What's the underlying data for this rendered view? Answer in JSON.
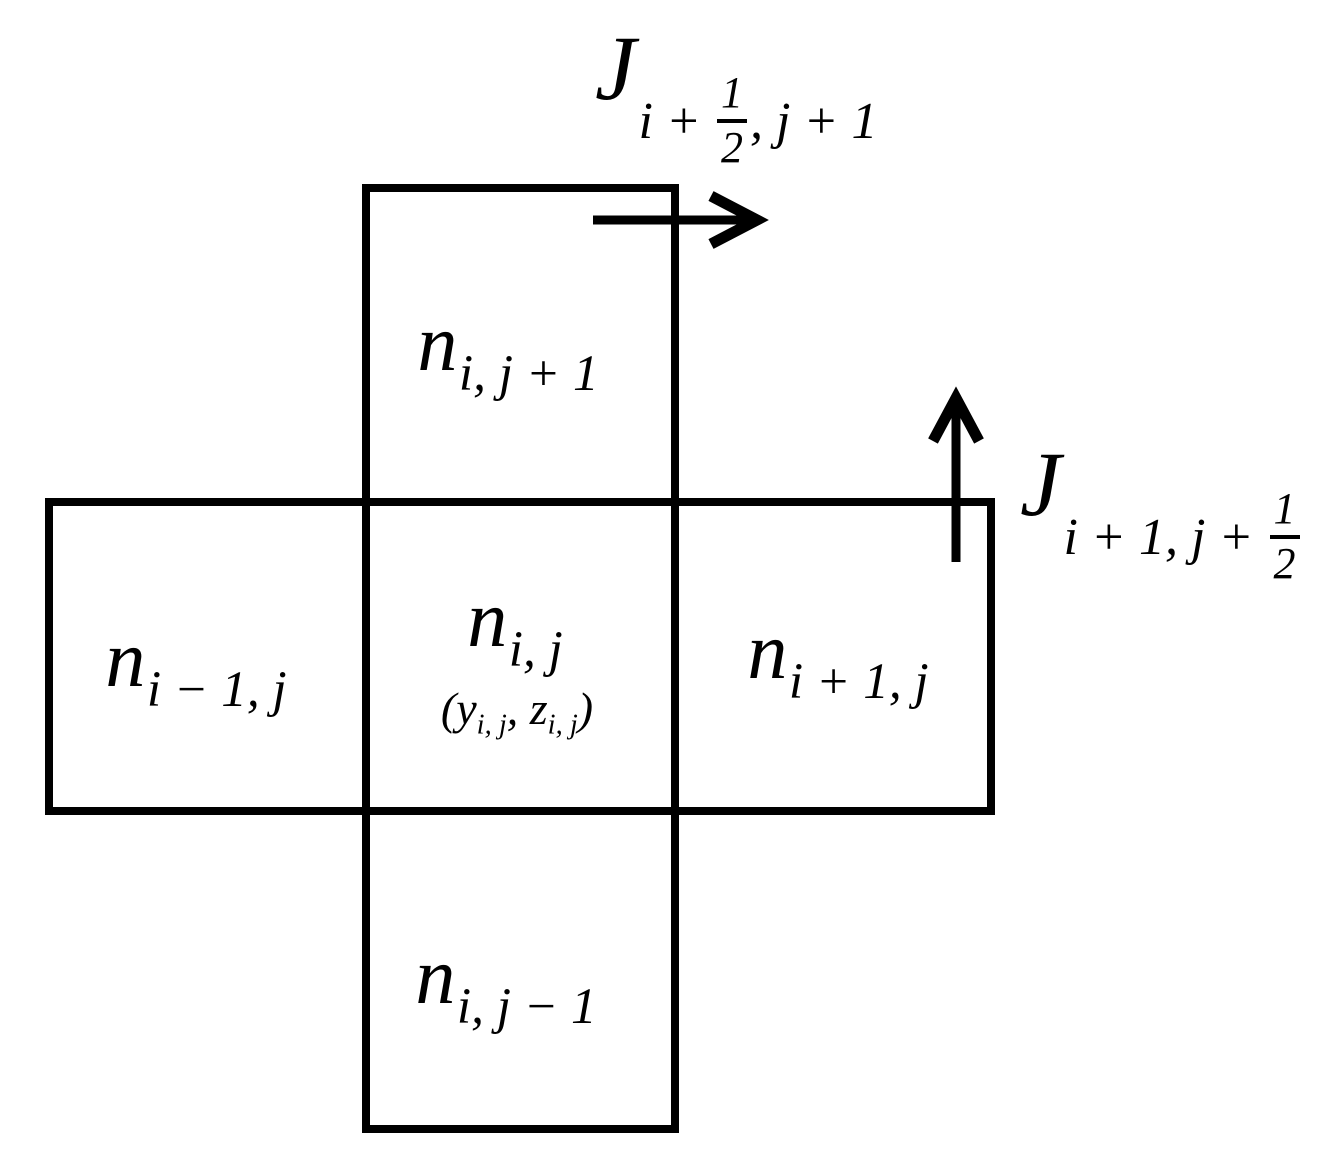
{
  "diagram": {
    "title": "finite-volume-stencil",
    "background_color": "#ffffff",
    "line_color": "#000000",
    "cells": {
      "top": {
        "base": "n",
        "sub": "i, j + 1"
      },
      "left": {
        "base": "n",
        "sub": "i − 1, j"
      },
      "center": {
        "base": "n",
        "sub": "i, j",
        "coord_open": "(y",
        "coord_sub1": "i, j",
        "coord_mid": ", z",
        "coord_sub2": "i, j",
        "coord_close": ")"
      },
      "right": {
        "base": "n",
        "sub": "i + 1, j"
      },
      "bottom": {
        "base": "n",
        "sub": "i, j − 1"
      }
    },
    "fluxes": {
      "top_horizontal": {
        "base": "J",
        "sub_before": "i + ",
        "frac_num": "1",
        "frac_den": "2",
        "sub_after": ", j + 1",
        "direction": "right"
      },
      "right_vertical": {
        "base": "J",
        "sub_before": "i + 1, j + ",
        "frac_num": "1",
        "frac_den": "2",
        "sub_after": "",
        "direction": "up"
      }
    }
  }
}
